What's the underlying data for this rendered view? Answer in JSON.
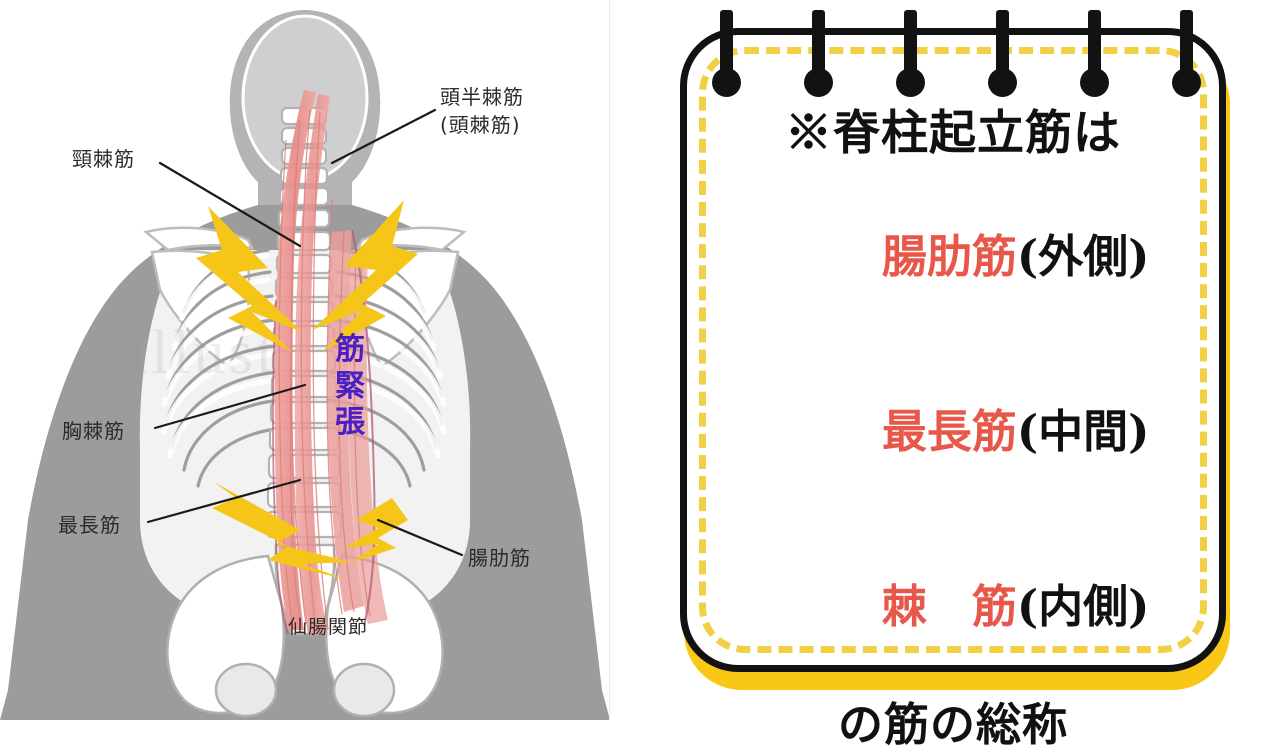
{
  "left_panel": {
    "name": "erector-spinae-anatomy-illustration",
    "watermark_text": "illust",
    "labels": {
      "semispinalis_capitis": "頭半棘筋\n(頭棘筋)",
      "spinalis_cervicis": "頸棘筋",
      "spinalis_thoracis": "胸棘筋",
      "longissimus": "最長筋",
      "iliocostalis": "腸肋筋",
      "sacroiliac_joint": "仙腸関節"
    },
    "tension_callout": "筋\n緊\n張",
    "colors": {
      "tension_text": "#4B1FC4",
      "lightning": "#F5C518",
      "muscle_red": "#E08municipal",
      "body_gray": "#9C9C9C",
      "bone_white": "#FFFFFF",
      "label_text": "#2B2B2B"
    }
  },
  "right_panel": {
    "name": "memo-card",
    "card": {
      "headline": "※脊柱起立筋は",
      "muscles": [
        {
          "name": "腸肋筋",
          "side": "(外側)"
        },
        {
          "name": "最長筋",
          "side": "(中間)"
        },
        {
          "name": "棘　筋",
          "side": "(内側)"
        }
      ],
      "tail": "の筋の総称",
      "ring_count": 6,
      "colors": {
        "border": "#121212",
        "dashed_border": "#F2D046",
        "shadow": "#F9C816",
        "muscle_name": "#E8584A",
        "muscle_side": "#111111",
        "background": "#FFFFFF"
      }
    }
  }
}
